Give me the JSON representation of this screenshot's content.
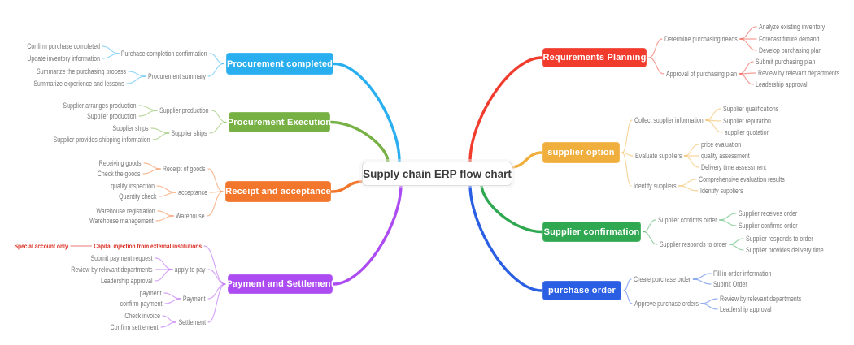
{
  "central_topic": {
    "label": "Supply chain ERP flow chart"
  },
  "emphasis_color": "#D92B21",
  "left_branches": [
    {
      "label": "Procurement completed",
      "color": "#29AEEF",
      "subtopics": [
        {
          "label": "Purchase completion confirmation",
          "leaves": [
            "Confirm purchase completed",
            "Update inventory information"
          ]
        },
        {
          "label": "Procurement summary",
          "leaves": [
            "Summarize the purchasing process",
            "Summarize experience and lessons"
          ]
        }
      ]
    },
    {
      "label": "Procurement Execution",
      "color": "#77B144",
      "subtopics": [
        {
          "label": "Supplier production",
          "leaves": [
            "Supplier arranges production",
            "Supplier production"
          ]
        },
        {
          "label": "Supplier ships",
          "leaves": [
            "Supplier ships",
            "Supplier provides shipping information"
          ]
        }
      ]
    },
    {
      "label": "Receipt and acceptance",
      "color": "#F2762B",
      "subtopics": [
        {
          "label": "Receipt of goods",
          "leaves": [
            "Receiving goods",
            "Check the goods"
          ]
        },
        {
          "label": "acceptance",
          "leaves": [
            "quality inspection",
            "Quantity check"
          ]
        },
        {
          "label": "Warehouse",
          "leaves": [
            "Warehouse registration",
            "Warehouse management"
          ]
        }
      ]
    },
    {
      "label": "Payment and Settlement",
      "color": "#AC4BF2",
      "subtopics": [
        {
          "label": "Capital injection from external institutions",
          "leaves": [
            "Special account only"
          ]
        },
        {
          "label": "apply to pay",
          "leaves": [
            "Submit payment request",
            "Review by relevant departments",
            "Leadership approval"
          ]
        },
        {
          "label": "Payment",
          "leaves": [
            "payment",
            "confirm payment"
          ]
        },
        {
          "label": "Settlement",
          "leaves": [
            "Check invoice",
            "Confirm settlement"
          ]
        }
      ]
    }
  ],
  "right_branches": [
    {
      "label": "Requirements Planning",
      "color": "#F03B2D",
      "subtopics": [
        {
          "label": "Determine purchasing needs",
          "leaves": [
            "Analyze existing inventory",
            "Forecast future demand",
            "Develop purchasing plan"
          ]
        },
        {
          "label": "Approval of purchasing plan",
          "leaves": [
            "Submit purchasing plan",
            "Review by relevant departments",
            "Leadership approval"
          ]
        }
      ]
    },
    {
      "label": "supplier option",
      "color": "#F0AE3C",
      "subtopics": [
        {
          "label": "Collect supplier information",
          "leaves": [
            "Supplier qualifications",
            "Supplier reputation",
            "supplier quotation"
          ]
        },
        {
          "label": "Evaluate suppliers",
          "leaves": [
            "price evaluation",
            "quality assessment",
            "Delivery time assessment"
          ]
        },
        {
          "label": "Identify suppliers",
          "leaves": [
            "Comprehensive evaluation results",
            "Identify suppliers"
          ]
        }
      ]
    },
    {
      "label": "Supplier confirmation",
      "color": "#2FA851",
      "subtopics": [
        {
          "label": "Supplier confirms order",
          "leaves": [
            "Supplier receives order",
            "Supplier confirms order"
          ]
        },
        {
          "label": "Supplier responds to order",
          "leaves": [
            "Supplier responds to order",
            "Supplier provides delivery time"
          ]
        }
      ]
    },
    {
      "label": "purchase order",
      "color": "#2A5FE3",
      "subtopics": [
        {
          "label": "Create purchase order",
          "leaves": [
            "Fill in order information",
            "Submit Order"
          ]
        },
        {
          "label": "Approve purchase orders",
          "leaves": [
            "Review by relevant departments",
            "Leadership approval"
          ]
        }
      ]
    }
  ]
}
